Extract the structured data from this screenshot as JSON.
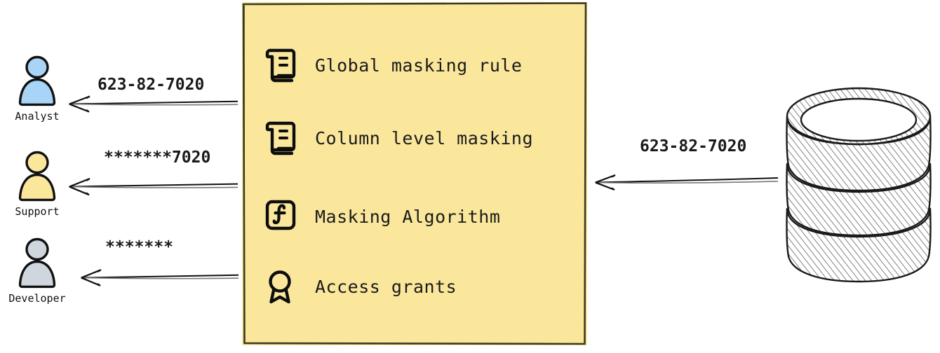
{
  "diagram": {
    "type": "data-masking-flow",
    "background_color": "#ffffff",
    "panel_color": "#FAE79C",
    "panel_border_color": "#3b3a22",
    "source_value": "623-82-7020"
  },
  "actors": [
    {
      "id": "analyst",
      "label": "Analyst",
      "icon": "person-icon",
      "color": "#A8D5F7",
      "received_value": "623-82-7020",
      "masking": "none"
    },
    {
      "id": "support",
      "label": "Support",
      "icon": "person-icon",
      "color": "#FAE79C",
      "received_value": "*******7020",
      "masking": "partial"
    },
    {
      "id": "developer",
      "label": "Developer",
      "icon": "person-icon",
      "color": "#CFD6DD",
      "received_value": "*******",
      "masking": "full"
    }
  ],
  "policy_panel": {
    "items": [
      {
        "label": "Global masking rule",
        "icon": "scroll-document-icon"
      },
      {
        "label": "Column level masking",
        "icon": "scroll-document-icon"
      },
      {
        "label": "Masking Algorithm",
        "icon": "function-block-icon"
      },
      {
        "label": "Access grants",
        "icon": "award-ribbon-icon"
      }
    ]
  },
  "data_source": {
    "icon": "database-cylinder-icon",
    "outgoing_value": "623-82-7020"
  }
}
